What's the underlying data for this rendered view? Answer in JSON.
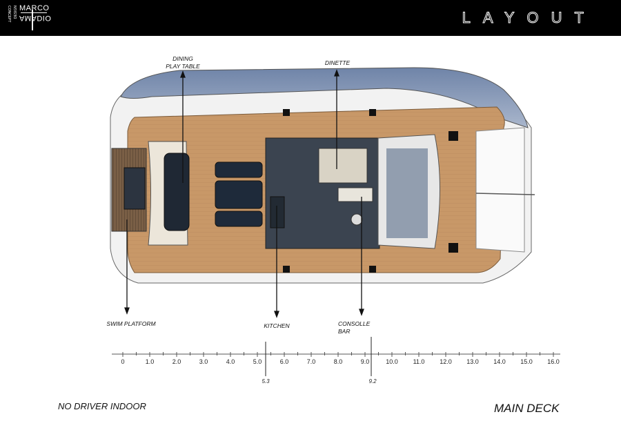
{
  "header": {
    "logo_line1": "MARCO",
    "logo_line2": "AMADIO",
    "logo_side1": "CONCEPT",
    "logo_side2": "DESIGN",
    "title": "LAYOUT"
  },
  "labels": {
    "dining": "DINING\nPLAY TABLE",
    "dinette": "DINETTE",
    "swim": "SWIM PLATFORM",
    "kitchen": "KITCHEN",
    "consolle": "CONSOLLE\nBAR"
  },
  "scale": {
    "ticks": [
      "0",
      "1.0",
      "2.0",
      "3.0",
      "4.0",
      "5.0",
      "6.0",
      "7.0",
      "8.0",
      "9.0",
      "10.0",
      "11.0",
      "12.0",
      "13.0",
      "14.0",
      "15.0",
      "16.0"
    ],
    "markers": [
      "5.3",
      "9.2"
    ]
  },
  "footer": {
    "note": "NO DRIVER INDOOR",
    "deck": "MAIN DECK"
  }
}
